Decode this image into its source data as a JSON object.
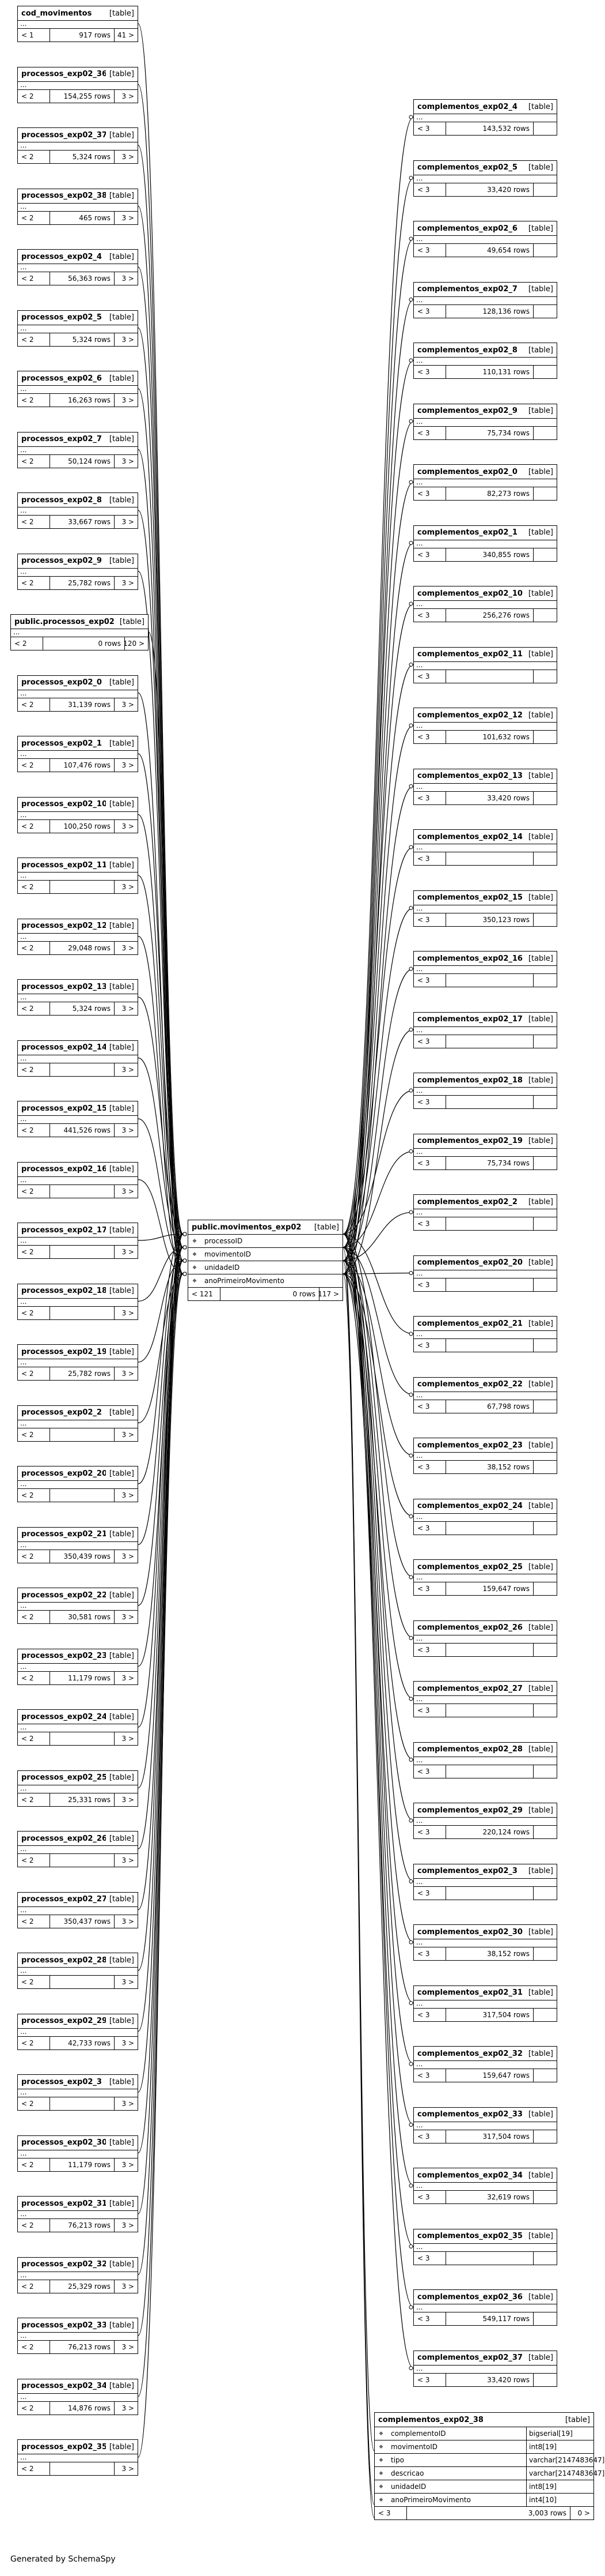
{
  "generated_by": "Generated by SchemaSpy",
  "kind_label": "[table]",
  "dots": "...",
  "center": {
    "name": "public.movimentos_exp02",
    "kind": "[table]",
    "columns": [
      "processoID",
      "movimentoID",
      "unidadeID",
      "anoPrimeiroMovimento"
    ],
    "foot": [
      "< 121",
      "0 rows",
      "117 >"
    ]
  },
  "bottom": {
    "name": "complementos_exp02_38",
    "kind": "[table]",
    "columns": [
      {
        "name": "complementoID",
        "type": "bigserial[19]"
      },
      {
        "name": "movimentoID",
        "type": "int8[19]"
      },
      {
        "name": "tipo",
        "type": "varchar[2147483647]"
      },
      {
        "name": "descricao",
        "type": "varchar[2147483647]"
      },
      {
        "name": "unidadeID",
        "type": "int8[19]"
      },
      {
        "name": "anoPrimeiroMovimento",
        "type": "int4[10]"
      }
    ],
    "foot": [
      "< 3",
      "3,003 rows",
      "0 >"
    ]
  },
  "left_tables": [
    {
      "name": "cod_movimentos",
      "foot": [
        "< 1",
        "917 rows",
        "41 >"
      ]
    },
    {
      "name": "processos_exp02_36",
      "foot": [
        "< 2",
        "154,255 rows",
        "3 >"
      ]
    },
    {
      "name": "processos_exp02_37",
      "foot": [
        "< 2",
        "5,324 rows",
        "3 >"
      ]
    },
    {
      "name": "processos_exp02_38",
      "foot": [
        "< 2",
        "465 rows",
        "3 >"
      ]
    },
    {
      "name": "processos_exp02_4",
      "foot": [
        "< 2",
        "56,363 rows",
        "3 >"
      ]
    },
    {
      "name": "processos_exp02_5",
      "foot": [
        "< 2",
        "5,324 rows",
        "3 >"
      ]
    },
    {
      "name": "processos_exp02_6",
      "foot": [
        "< 2",
        "16,263 rows",
        "3 >"
      ]
    },
    {
      "name": "processos_exp02_7",
      "foot": [
        "< 2",
        "50,124 rows",
        "3 >"
      ]
    },
    {
      "name": "processos_exp02_8",
      "foot": [
        "< 2",
        "33,667 rows",
        "3 >"
      ]
    },
    {
      "name": "processos_exp02_9",
      "foot": [
        "< 2",
        "25,782 rows",
        "3 >"
      ]
    },
    {
      "name": "public.processos_exp02",
      "foot": [
        "< 2",
        "0 rows",
        "120 >"
      ]
    },
    {
      "name": "processos_exp02_0",
      "foot": [
        "< 2",
        "31,139 rows",
        "3 >"
      ]
    },
    {
      "name": "processos_exp02_1",
      "foot": [
        "< 2",
        "107,476 rows",
        "3 >"
      ]
    },
    {
      "name": "processos_exp02_10",
      "foot": [
        "< 2",
        "100,250 rows",
        "3 >"
      ]
    },
    {
      "name": "processos_exp02_11",
      "foot": [
        "< 2",
        "",
        "3 >"
      ]
    },
    {
      "name": "processos_exp02_12",
      "foot": [
        "< 2",
        "29,048 rows",
        "3 >"
      ]
    },
    {
      "name": "processos_exp02_13",
      "foot": [
        "< 2",
        "5,324 rows",
        "3 >"
      ]
    },
    {
      "name": "processos_exp02_14",
      "foot": [
        "< 2",
        "",
        "3 >"
      ]
    },
    {
      "name": "processos_exp02_15",
      "foot": [
        "< 2",
        "441,526 rows",
        "3 >"
      ]
    },
    {
      "name": "processos_exp02_16",
      "foot": [
        "< 2",
        "",
        "3 >"
      ]
    },
    {
      "name": "processos_exp02_17",
      "foot": [
        "< 2",
        "",
        "3 >"
      ]
    },
    {
      "name": "processos_exp02_18",
      "foot": [
        "< 2",
        "",
        "3 >"
      ]
    },
    {
      "name": "processos_exp02_19",
      "foot": [
        "< 2",
        "25,782 rows",
        "3 >"
      ]
    },
    {
      "name": "processos_exp02_2",
      "foot": [
        "< 2",
        "",
        "3 >"
      ]
    },
    {
      "name": "processos_exp02_20",
      "foot": [
        "< 2",
        "",
        "3 >"
      ]
    },
    {
      "name": "processos_exp02_21",
      "foot": [
        "< 2",
        "350,439 rows",
        "3 >"
      ]
    },
    {
      "name": "processos_exp02_22",
      "foot": [
        "< 2",
        "30,581 rows",
        "3 >"
      ]
    },
    {
      "name": "processos_exp02_23",
      "foot": [
        "< 2",
        "11,179 rows",
        "3 >"
      ]
    },
    {
      "name": "processos_exp02_24",
      "foot": [
        "< 2",
        "",
        "3 >"
      ]
    },
    {
      "name": "processos_exp02_25",
      "foot": [
        "< 2",
        "25,331 rows",
        "3 >"
      ]
    },
    {
      "name": "processos_exp02_26",
      "foot": [
        "< 2",
        "",
        "3 >"
      ]
    },
    {
      "name": "processos_exp02_27",
      "foot": [
        "< 2",
        "350,437 rows",
        "3 >"
      ]
    },
    {
      "name": "processos_exp02_28",
      "foot": [
        "< 2",
        "",
        "3 >"
      ]
    },
    {
      "name": "processos_exp02_29",
      "foot": [
        "< 2",
        "42,733 rows",
        "3 >"
      ]
    },
    {
      "name": "processos_exp02_3",
      "foot": [
        "< 2",
        "",
        "3 >"
      ]
    },
    {
      "name": "processos_exp02_30",
      "foot": [
        "< 2",
        "11,179 rows",
        "3 >"
      ]
    },
    {
      "name": "processos_exp02_31",
      "foot": [
        "< 2",
        "76,213 rows",
        "3 >"
      ]
    },
    {
      "name": "processos_exp02_32",
      "foot": [
        "< 2",
        "25,329 rows",
        "3 >"
      ]
    },
    {
      "name": "processos_exp02_33",
      "foot": [
        "< 2",
        "76,213 rows",
        "3 >"
      ]
    },
    {
      "name": "processos_exp02_34",
      "foot": [
        "< 2",
        "14,876 rows",
        "3 >"
      ]
    },
    {
      "name": "processos_exp02_35",
      "foot": [
        "< 2",
        "",
        "3 >"
      ]
    }
  ],
  "right_tables": [
    {
      "name": "complementos_exp02_4",
      "foot": [
        "< 3",
        "143,532 rows",
        ""
      ]
    },
    {
      "name": "complementos_exp02_5",
      "foot": [
        "< 3",
        "33,420 rows",
        ""
      ]
    },
    {
      "name": "complementos_exp02_6",
      "foot": [
        "< 3",
        "49,654 rows",
        ""
      ]
    },
    {
      "name": "complementos_exp02_7",
      "foot": [
        "< 3",
        "128,136 rows",
        ""
      ]
    },
    {
      "name": "complementos_exp02_8",
      "foot": [
        "< 3",
        "110,131 rows",
        ""
      ]
    },
    {
      "name": "complementos_exp02_9",
      "foot": [
        "< 3",
        "75,734 rows",
        ""
      ]
    },
    {
      "name": "complementos_exp02_0",
      "foot": [
        "< 3",
        "82,273 rows",
        ""
      ]
    },
    {
      "name": "complementos_exp02_1",
      "foot": [
        "< 3",
        "340,855 rows",
        ""
      ]
    },
    {
      "name": "complementos_exp02_10",
      "foot": [
        "< 3",
        "256,276 rows",
        ""
      ]
    },
    {
      "name": "complementos_exp02_11",
      "foot": [
        "< 3",
        "",
        ""
      ]
    },
    {
      "name": "complementos_exp02_12",
      "foot": [
        "< 3",
        "101,632 rows",
        ""
      ]
    },
    {
      "name": "complementos_exp02_13",
      "foot": [
        "< 3",
        "33,420 rows",
        ""
      ]
    },
    {
      "name": "complementos_exp02_14",
      "foot": [
        "< 3",
        "",
        ""
      ]
    },
    {
      "name": "complementos_exp02_15",
      "foot": [
        "< 3",
        "350,123 rows",
        ""
      ]
    },
    {
      "name": "complementos_exp02_16",
      "foot": [
        "< 3",
        "",
        ""
      ]
    },
    {
      "name": "complementos_exp02_17",
      "foot": [
        "< 3",
        "",
        ""
      ]
    },
    {
      "name": "complementos_exp02_18",
      "foot": [
        "< 3",
        "",
        ""
      ]
    },
    {
      "name": "complementos_exp02_19",
      "foot": [
        "< 3",
        "75,734 rows",
        ""
      ]
    },
    {
      "name": "complementos_exp02_2",
      "foot": [
        "< 3",
        "",
        ""
      ]
    },
    {
      "name": "complementos_exp02_20",
      "foot": [
        "< 3",
        "",
        ""
      ]
    },
    {
      "name": "complementos_exp02_21",
      "foot": [
        "< 3",
        "",
        ""
      ]
    },
    {
      "name": "complementos_exp02_22",
      "foot": [
        "< 3",
        "67,798 rows",
        ""
      ]
    },
    {
      "name": "complementos_exp02_23",
      "foot": [
        "< 3",
        "38,152 rows",
        ""
      ]
    },
    {
      "name": "complementos_exp02_24",
      "foot": [
        "< 3",
        "",
        ""
      ]
    },
    {
      "name": "complementos_exp02_25",
      "foot": [
        "< 3",
        "159,647 rows",
        ""
      ]
    },
    {
      "name": "complementos_exp02_26",
      "foot": [
        "< 3",
        "",
        ""
      ]
    },
    {
      "name": "complementos_exp02_27",
      "foot": [
        "< 3",
        "",
        ""
      ]
    },
    {
      "name": "complementos_exp02_28",
      "foot": [
        "< 3",
        "",
        ""
      ]
    },
    {
      "name": "complementos_exp02_29",
      "foot": [
        "< 3",
        "220,124 rows",
        ""
      ]
    },
    {
      "name": "complementos_exp02_3",
      "foot": [
        "< 3",
        "",
        ""
      ]
    },
    {
      "name": "complementos_exp02_30",
      "foot": [
        "< 3",
        "38,152 rows",
        ""
      ]
    },
    {
      "name": "complementos_exp02_31",
      "foot": [
        "< 3",
        "317,504 rows",
        ""
      ]
    },
    {
      "name": "complementos_exp02_32",
      "foot": [
        "< 3",
        "159,647 rows",
        ""
      ]
    },
    {
      "name": "complementos_exp02_33",
      "foot": [
        "< 3",
        "317,504 rows",
        ""
      ]
    },
    {
      "name": "complementos_exp02_34",
      "foot": [
        "< 3",
        "32,619 rows",
        ""
      ]
    },
    {
      "name": "complementos_exp02_35",
      "foot": [
        "< 3",
        "",
        ""
      ]
    },
    {
      "name": "complementos_exp02_36",
      "foot": [
        "< 3",
        "549,117 rows",
        ""
      ]
    },
    {
      "name": "complementos_exp02_37",
      "foot": [
        "< 3",
        "33,420 rows",
        ""
      ]
    }
  ]
}
